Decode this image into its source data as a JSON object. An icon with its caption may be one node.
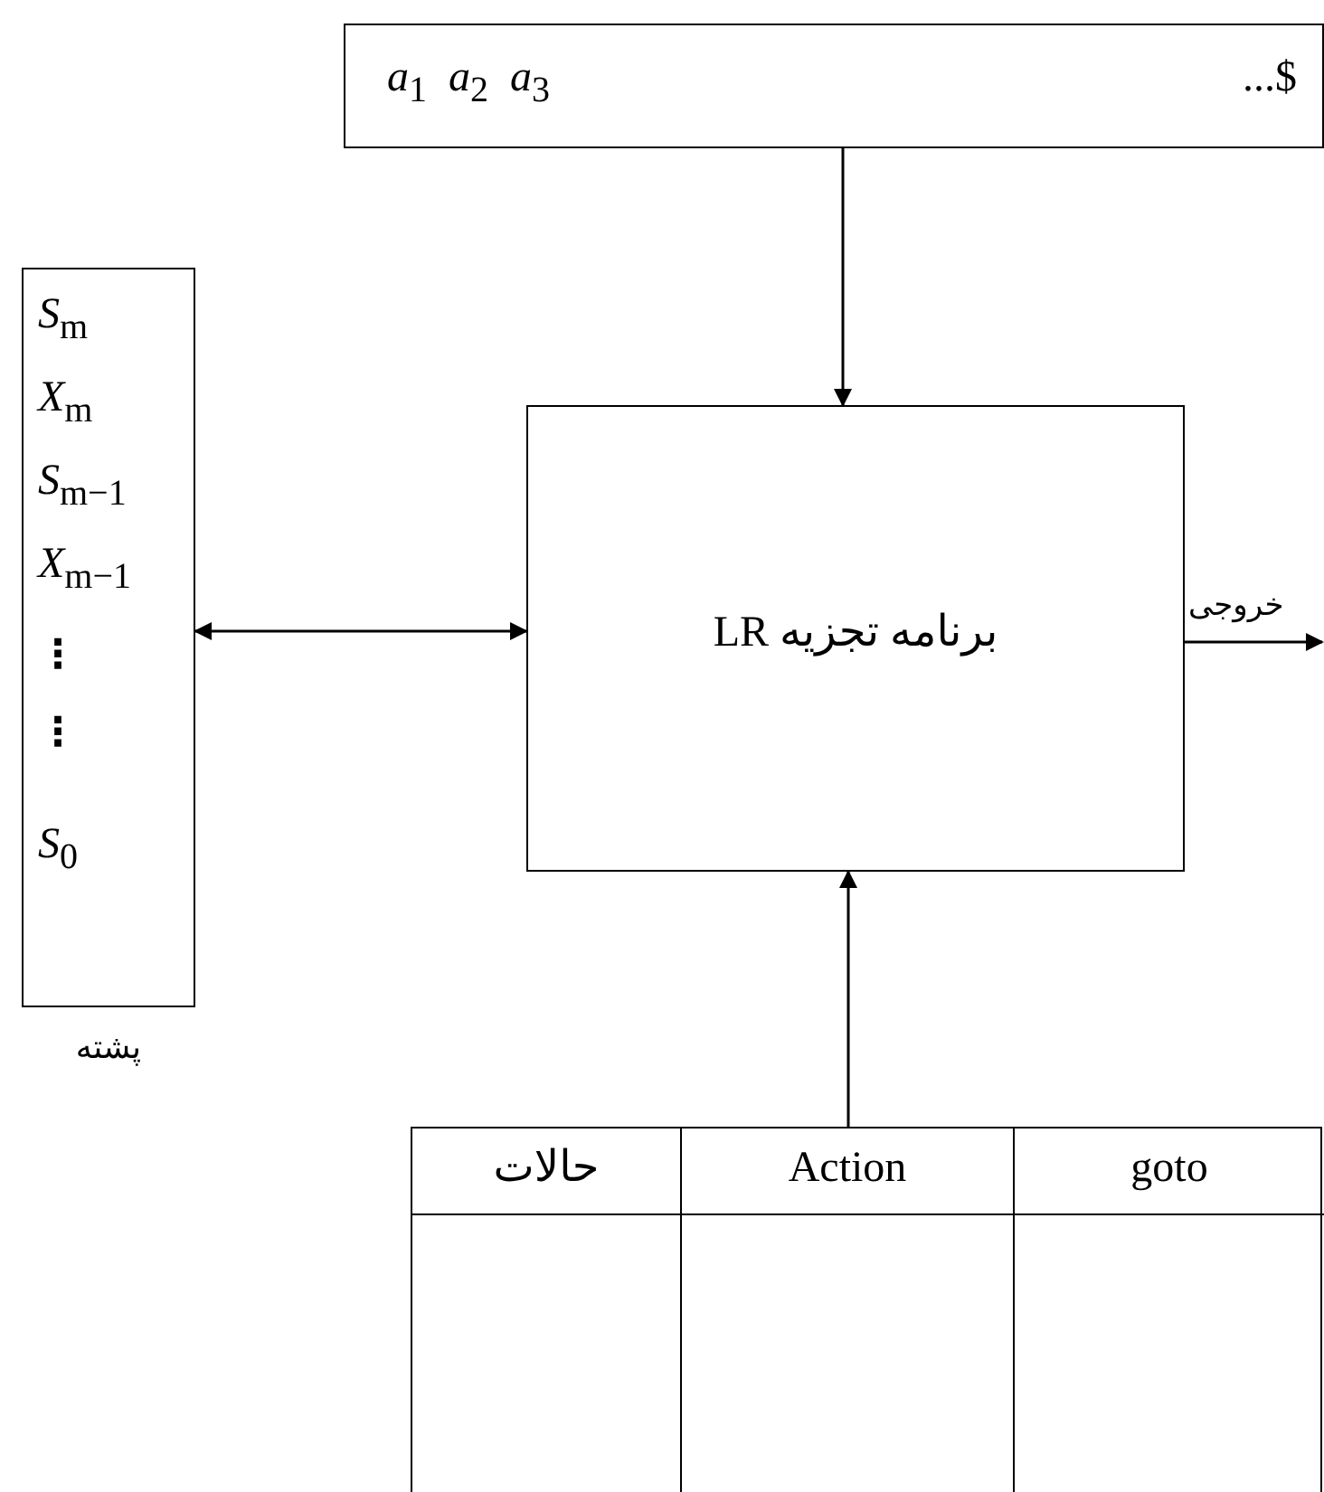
{
  "diagram": {
    "nodes": [
      {
        "text": [
          "...$",
          "*a*$_{1}$  *a*$_{2}$  *a*$_{3}$"
        ]
      },
      {
        "text": [
          "*S*$_{m}$",
          "*X*$_{m}$",
          "*S*$_{m−1}$",
          "*X*$_{m−1}$",
          "⋮",
          "⋮",
          "*S*$_{0}$"
        ],
        "beside": [
          "پشته"
        ]
      },
      {
        "text": [
          "برنامه تجزیه LR"
        ]
      },
      {
        "text": [
          "goto",
          "Action",
          "حالات"
        ]
      }
    ],
    "edges": [
      {
        "from": 0,
        "to": 2,
        "arrow": "to"
      },
      {
        "from": 1,
        "to": 2,
        "arrow": "both"
      },
      {
        "from": 2,
        "to": null,
        "arrow": "to",
        "label": "خروجی"
      },
      {
        "from": 3,
        "to": 2,
        "arrow": "to"
      }
    ]
  }
}
